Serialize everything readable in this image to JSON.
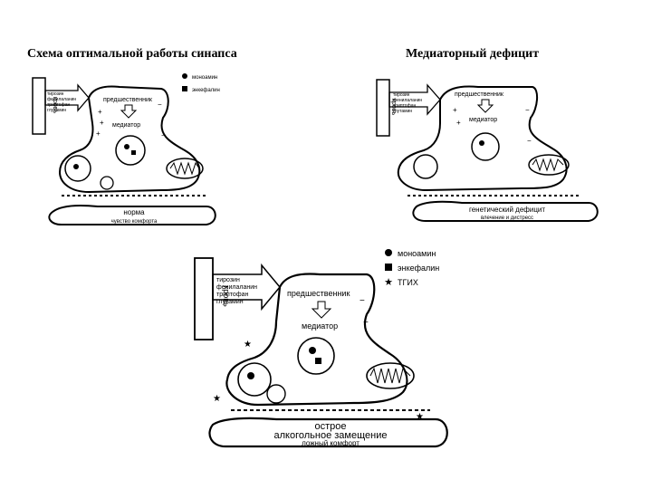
{
  "titles": {
    "left": "Схема оптимальной работы синапса",
    "right": "Медиаторный дефицит"
  },
  "diagrams": [
    {
      "blood_label": "кровь",
      "inputs": [
        "тирозин",
        "фенилаланин",
        "триптофан",
        "глутамин"
      ],
      "precursor": "предшественник",
      "mediator": "медиатор",
      "legend": [
        "моноамин",
        "энкефалин"
      ],
      "state_main": "норма",
      "state_sub": "чувство комфорта"
    },
    {
      "blood_label": "кровь",
      "inputs": [
        "тирозин",
        "фенилаланин",
        "триптофан",
        "глутамин"
      ],
      "precursor": "предшественник",
      "mediator": "медиатор",
      "state_main": "генетический дефицит",
      "state_sub": "влечение и дистресс"
    },
    {
      "blood_label": "кровь",
      "inputs": [
        "тирозин",
        "фенилаланин",
        "триптофан",
        "глутамин"
      ],
      "precursor": "предшественник",
      "mediator": "медиатор",
      "legend": [
        "моноамин",
        "энкефалин",
        "ТГИХ"
      ],
      "state_main": "острое",
      "state_main2": "алкогольное замещение",
      "state_sub": "ложный комфорт"
    }
  ]
}
